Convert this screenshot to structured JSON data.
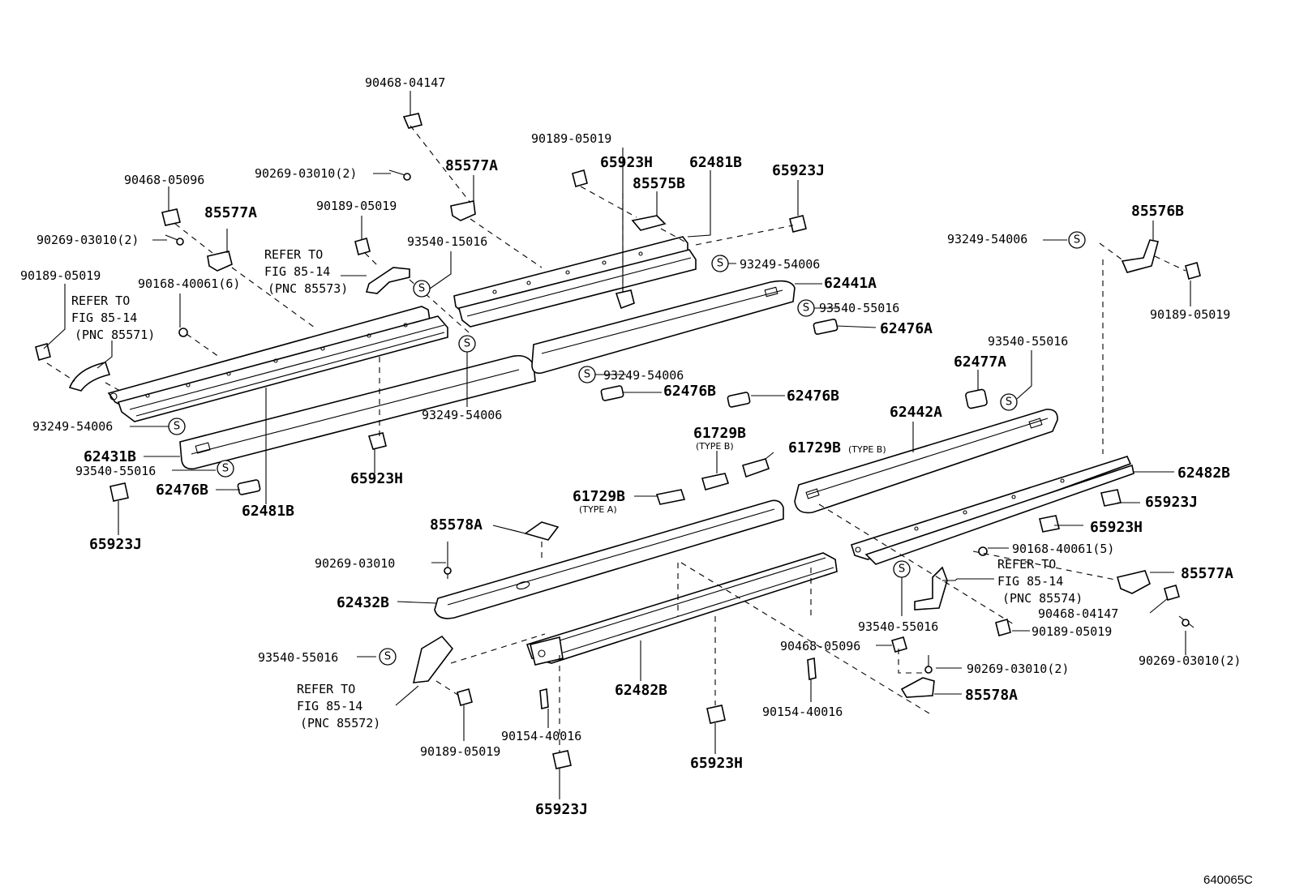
{
  "figure_code": "640065C",
  "stamp_symbol": "S",
  "parts": {
    "p_90468_04147_top": "90468-04147",
    "p_90189_05019_top": "90189-05019",
    "p_65923H_top": "65923H",
    "p_62481B_top": "62481B",
    "p_65923J_top": "65923J",
    "p_90269_03010_top": "90269-03010(2)",
    "p_85577A_top": "85577A",
    "p_85575B": "85575B",
    "p_90468_05096_left": "90468-05096",
    "p_85577A_left": "85577A",
    "p_90189_05019_mid": "90189-05019",
    "p_93540_15016": "93540-15016",
    "p_90269_03010_left": "90269-03010(2)",
    "p_90189_05019_left": "90189-05019",
    "p_90168_40061_6": "90168-40061(6)",
    "p_93249_54006_top": "93249-54006",
    "p_62441A": "62441A",
    "p_93540_55016_r1": "93540-55016",
    "p_62476A": "62476A",
    "p_93249_54006_mid": "93249-54006",
    "p_62476B_mid": "62476B",
    "p_62476B_right": "62476B",
    "p_93249_54006_left": "93249-54006",
    "p_93249_54006_center": "93249-54006",
    "p_62431B": "62431B",
    "p_93540_55016_left": "93540-55016",
    "p_62476B_left": "62476B",
    "p_62481B_bottom": "62481B",
    "p_65923H_left": "65923H",
    "p_65923J_left": "65923J",
    "p_85576B": "85576B",
    "p_93249_54006_right": "93249-54006",
    "p_90189_05019_right": "90189-05019",
    "p_93540_55016_r2": "93540-55016",
    "p_62477A": "62477A",
    "p_62442A": "62442A",
    "p_61729B_1": "61729B",
    "p_61729B_2": "61729B",
    "p_61729B_3": "61729B",
    "p_62482B_right": "62482B",
    "p_65923J_right": "65923J",
    "p_65923H_right": "65923H",
    "p_90168_40061_5": "90168-40061(5)",
    "p_85578A_top": "85578A",
    "p_90269_03010_mid": "90269-03010",
    "p_62432B": "62432B",
    "p_85577A_right": "85577A",
    "p_90468_04147_right": "90468-04147",
    "p_90189_05019_br": "90189-05019",
    "p_93540_55016_bm": "93540-55016",
    "p_90468_05096_bm": "90468-05096",
    "p_90269_03010_bm": "90269-03010(2)",
    "p_85578A_bottom": "85578A",
    "p_90154_40016_r": "90154-40016",
    "p_90269_03010_br": "90269-03010(2)",
    "p_93540_55016_bl": "93540-55016",
    "p_62482B_bottom": "62482B",
    "p_90154_40016_l": "90154-40016",
    "p_90189_05019_bl": "90189-05019",
    "p_65923H_bottom": "65923H",
    "p_65923J_bottom": "65923J"
  },
  "types": {
    "type_b": "(TYPE B)",
    "type_a": "(TYPE A)"
  },
  "refs": {
    "r85573": {
      "line1": "REFER TO",
      "line2": "FIG 85-14",
      "line3": "(PNC 85573)"
    },
    "r85571": {
      "line1": "REFER TO",
      "line2": "FIG 85-14",
      "line3": "(PNC 85571)"
    },
    "r85574": {
      "line1": "REFER TO",
      "line2": "FIG 85-14",
      "line3": "(PNC 85574)"
    },
    "r85572": {
      "line1": "REFER TO",
      "line2": "FIG 85-14",
      "line3": "(PNC 85572)"
    }
  }
}
